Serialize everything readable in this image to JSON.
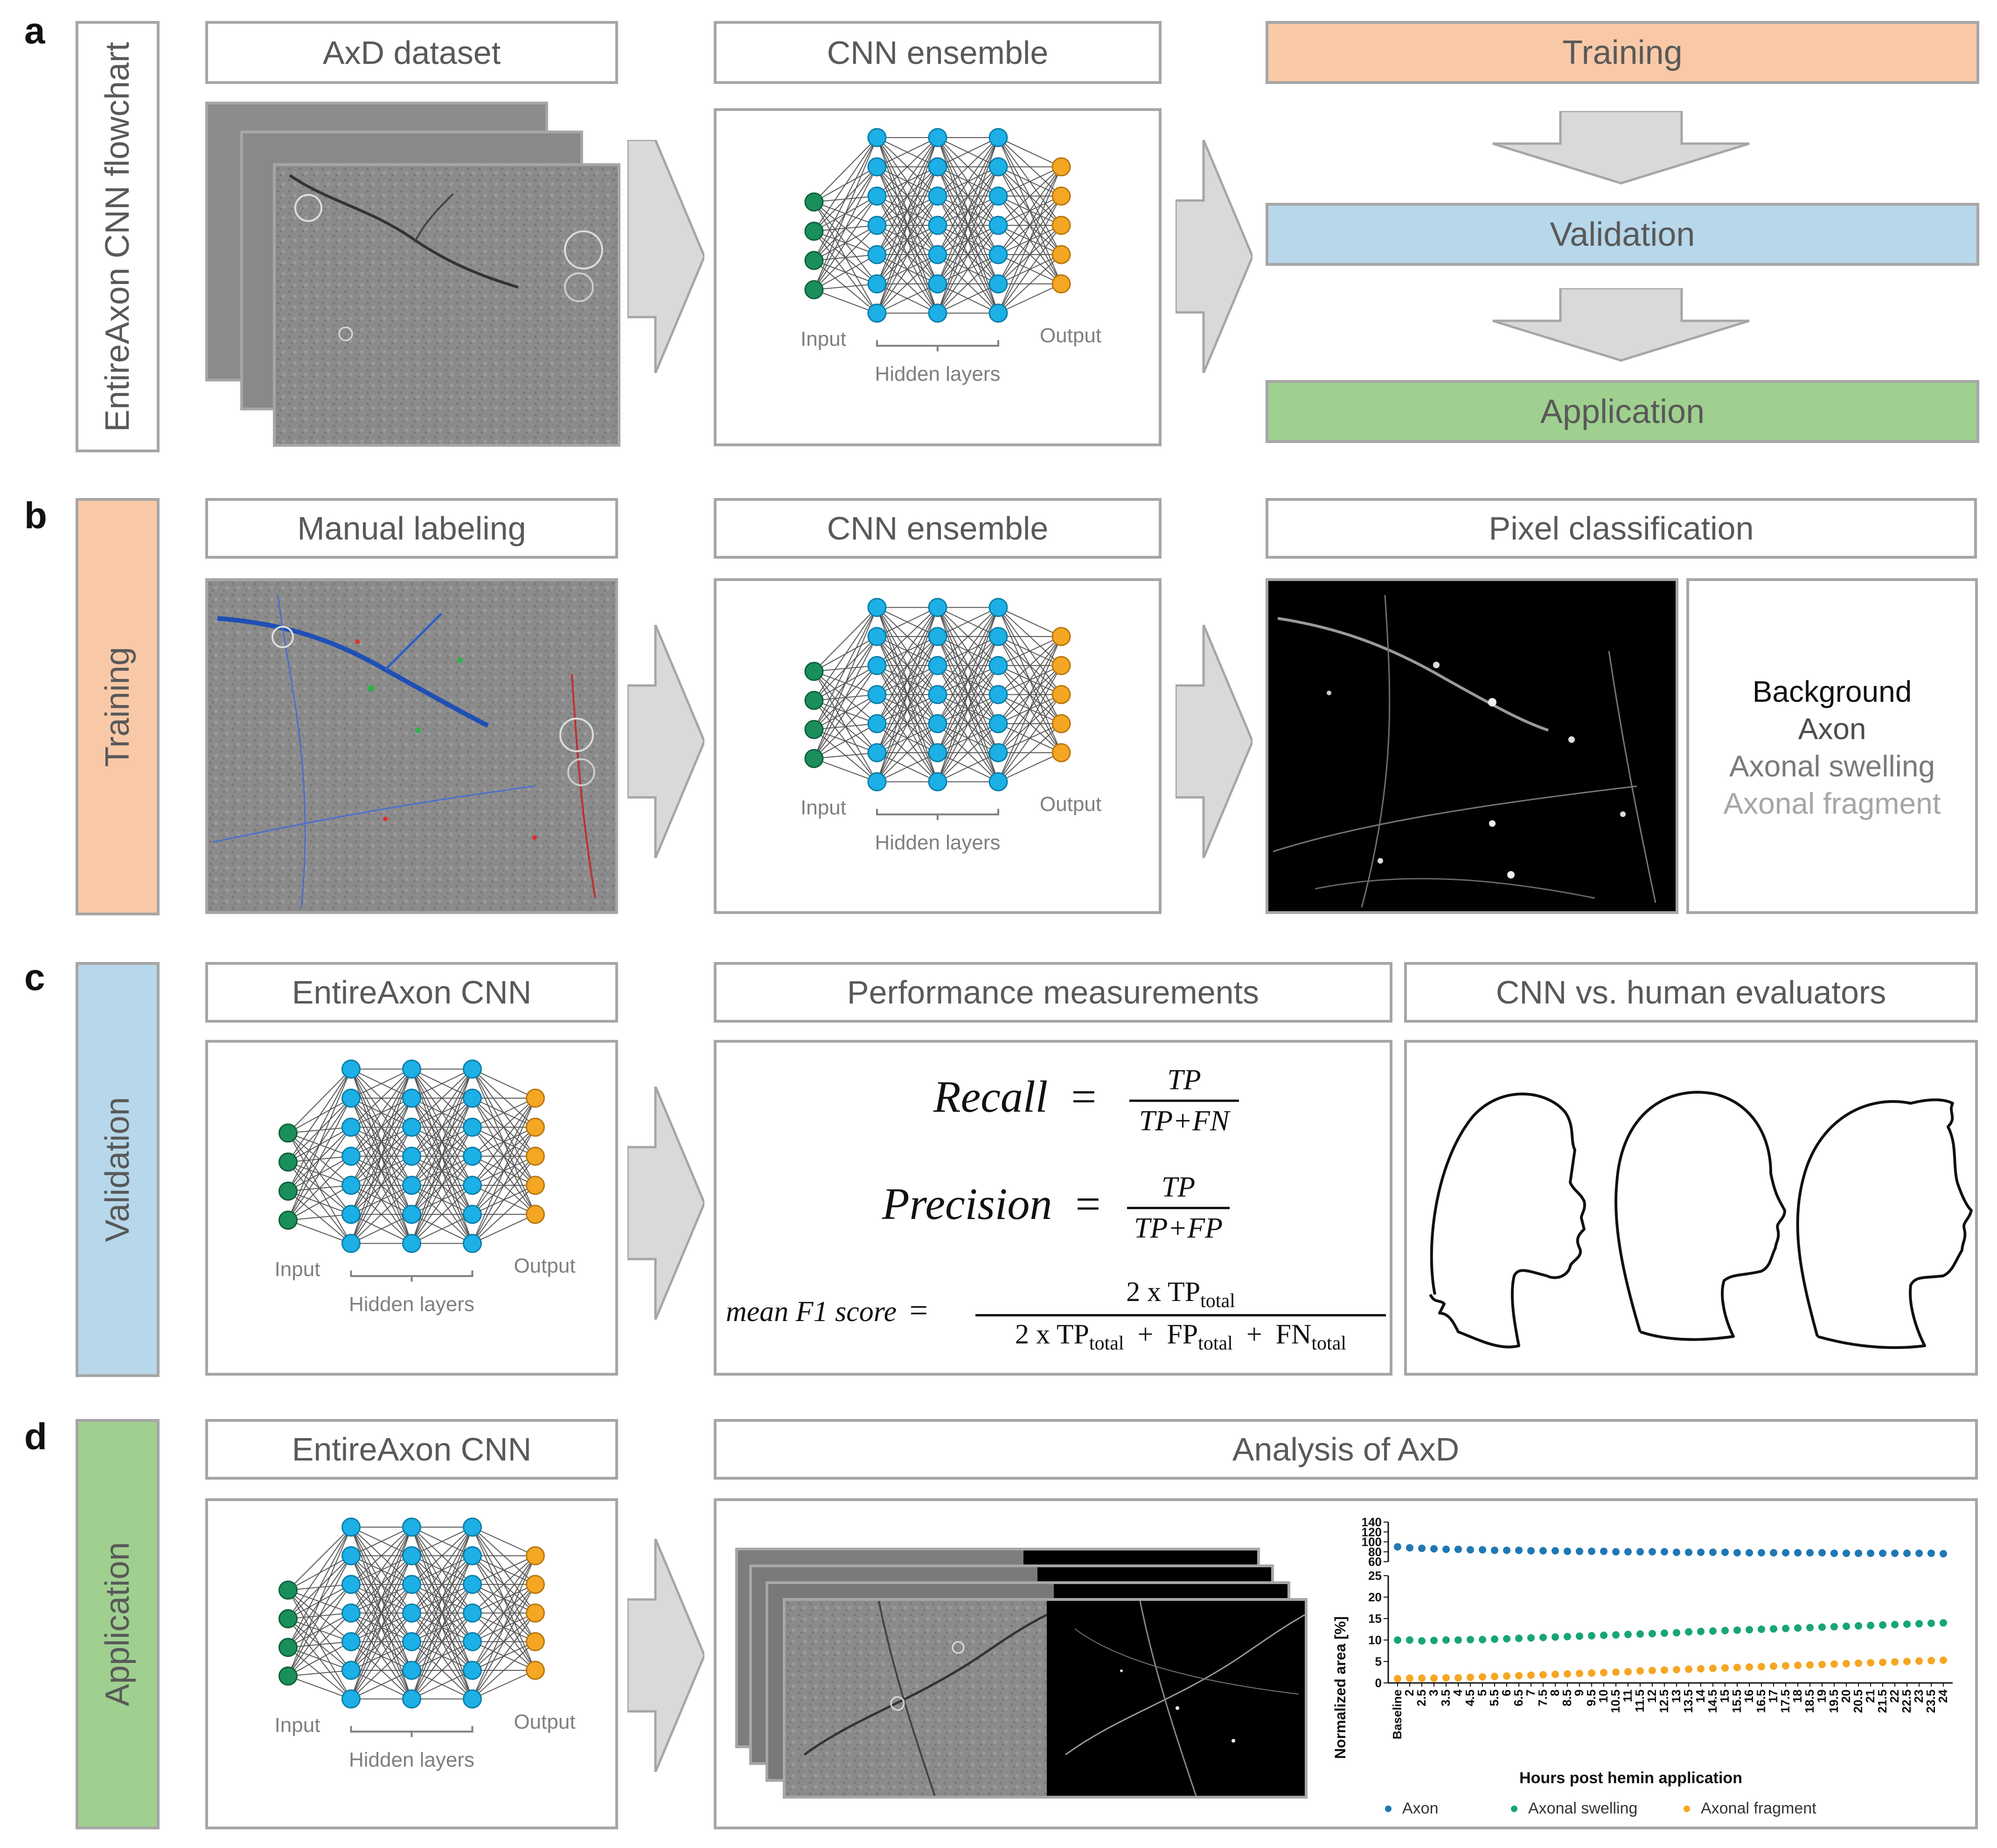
{
  "panels": {
    "a": {
      "letter": "a",
      "side": "EntireAxon CNN flowchart",
      "col1_title": "AxD dataset",
      "col2_title": "CNN ensemble",
      "stages": [
        "Training",
        "Validation",
        "Application"
      ],
      "stage_colors": [
        "#f9c9a7",
        "#b7d7ea",
        "#9fd08f"
      ]
    },
    "b": {
      "letter": "b",
      "side": "Training",
      "side_color": "#f9c9a7",
      "col1_title": "Manual labeling",
      "col2_title": "CNN ensemble",
      "col3_title": "Pixel classification",
      "classes": [
        "Background",
        "Axon",
        "Axonal swelling",
        "Axonal fragment"
      ],
      "class_colors": [
        "#111111",
        "#4d4d4d",
        "#7a7a7a",
        "#a6a6a6"
      ]
    },
    "c": {
      "letter": "c",
      "side": "Validation",
      "side_color": "#b7d7ea",
      "col1_title": "EntireAxon CNN",
      "col2_title": "Performance measurements",
      "col3_title": "CNN vs. human evaluators",
      "recall_lhs": "Recall",
      "precision_lhs": "Precision",
      "f1_lhs": "mean F1 score",
      "tp": "TP",
      "tp_fn": "TP+FN",
      "tp_fp": "TP+FP",
      "f1_num": "2 x TP",
      "f1_den_a": "2 x TP",
      "f1_den_b": "FP",
      "f1_den_c": "FN",
      "sub_total": "total",
      "eq": "=",
      "plus": "+"
    },
    "d": {
      "letter": "d",
      "side": "Application",
      "side_color": "#9fd08f",
      "col1_title": "EntireAxon CNN",
      "col2_title": "Analysis of AxD"
    }
  },
  "nn": {
    "input": "Input",
    "output": "Output",
    "hidden": "Hidden layers",
    "input_color": "#1a8f5a",
    "hidden_color": "#1cb0e6",
    "output_color": "#f5a623"
  },
  "chart_data": {
    "type": "scatter",
    "xlabel": "Hours post hemin application",
    "ylabel": "Normalized area [%]",
    "categories": [
      "Baseline",
      "2",
      "2.5",
      "3",
      "3.5",
      "4",
      "4.5",
      "5",
      "5.5",
      "6",
      "6.5",
      "7",
      "7.5",
      "8",
      "8.5",
      "9",
      "9.5",
      "10",
      "10.5",
      "11",
      "11.5",
      "12",
      "12.5",
      "13",
      "13.5",
      "14",
      "14.5",
      "15",
      "15.5",
      "16",
      "16.5",
      "17",
      "17.5",
      "18",
      "18.5",
      "19",
      "19.5",
      "20",
      "20.5",
      "21",
      "21.5",
      "22",
      "22.5",
      "23",
      "23.5",
      "24"
    ],
    "y_upper_ticks": [
      "140",
      "120",
      "100",
      "80",
      "60"
    ],
    "y_lower_ticks": [
      "25",
      "20",
      "15",
      "10",
      "5",
      "0"
    ],
    "series": [
      {
        "name": "Axon",
        "color": "#1f78b4",
        "values": [
          90,
          88,
          87,
          86,
          85,
          85,
          84,
          84,
          83,
          83,
          83,
          82,
          82,
          82,
          81,
          81,
          81,
          81,
          80,
          80,
          80,
          80,
          80,
          79,
          79,
          79,
          79,
          79,
          78,
          78,
          78,
          78,
          78,
          78,
          78,
          78,
          77,
          77,
          77,
          77,
          77,
          77,
          77,
          77,
          77,
          76
        ]
      },
      {
        "name": "Axonal swelling",
        "color": "#17a673",
        "values": [
          10,
          10,
          9.8,
          9.9,
          10,
          10,
          10.1,
          10.1,
          10.2,
          10.3,
          10.4,
          10.5,
          10.6,
          10.7,
          10.8,
          10.9,
          11,
          11.1,
          11.2,
          11.3,
          11.4,
          11.5,
          11.6,
          11.7,
          11.9,
          12,
          12.1,
          12.2,
          12.3,
          12.4,
          12.5,
          12.6,
          12.7,
          12.8,
          12.9,
          13,
          13.1,
          13.2,
          13.3,
          13.4,
          13.5,
          13.6,
          13.7,
          13.8,
          13.9,
          14
        ]
      },
      {
        "name": "Axonal fragment",
        "color": "#f5a623",
        "values": [
          1,
          1.1,
          1.1,
          1.1,
          1.2,
          1.2,
          1.3,
          1.4,
          1.5,
          1.6,
          1.7,
          1.8,
          1.9,
          2,
          2.1,
          2.2,
          2.3,
          2.4,
          2.5,
          2.6,
          2.8,
          2.9,
          3,
          3.1,
          3.2,
          3.3,
          3.4,
          3.5,
          3.6,
          3.7,
          3.8,
          3.9,
          4,
          4.1,
          4.2,
          4.3,
          4.4,
          4.5,
          4.6,
          4.7,
          4.8,
          4.9,
          5,
          5.1,
          5.2,
          5.3
        ]
      }
    ]
  }
}
